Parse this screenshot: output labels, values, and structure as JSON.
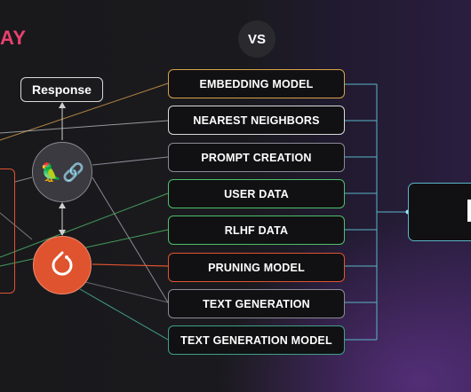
{
  "brand": {
    "text": "AY",
    "color": "#e8416e"
  },
  "vs_label": "VS",
  "response_label": "Response",
  "langchain_glyph": "🦜🔗",
  "pytorch_icon": "pytorch-flame-icon",
  "boxes": [
    "EMBEDDING MODEL",
    "NEAREST NEIGHBORS",
    "PROMPT CREATION",
    "USER DATA",
    "RLHF DATA",
    "PRUNING MODEL",
    "TEXT GENERATION",
    "TEXT GENERATION MODEL"
  ],
  "colors": {
    "orange": "#d8a24a",
    "green": "#4fbf6c",
    "red": "#e0532f",
    "teal": "#5bb6c7",
    "gray": "#8a8a95"
  }
}
